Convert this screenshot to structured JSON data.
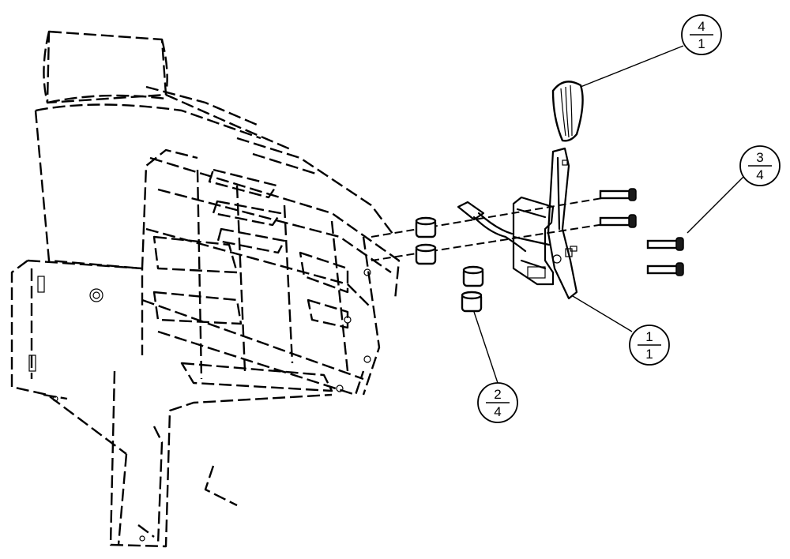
{
  "balloons": [
    {
      "id": "balloon-item-4",
      "item": "4",
      "qty": "1"
    },
    {
      "id": "balloon-item-3",
      "item": "3",
      "qty": "4"
    },
    {
      "id": "balloon-item-1",
      "item": "1",
      "qty": "1"
    },
    {
      "id": "balloon-item-2",
      "item": "2",
      "qty": "4"
    }
  ]
}
